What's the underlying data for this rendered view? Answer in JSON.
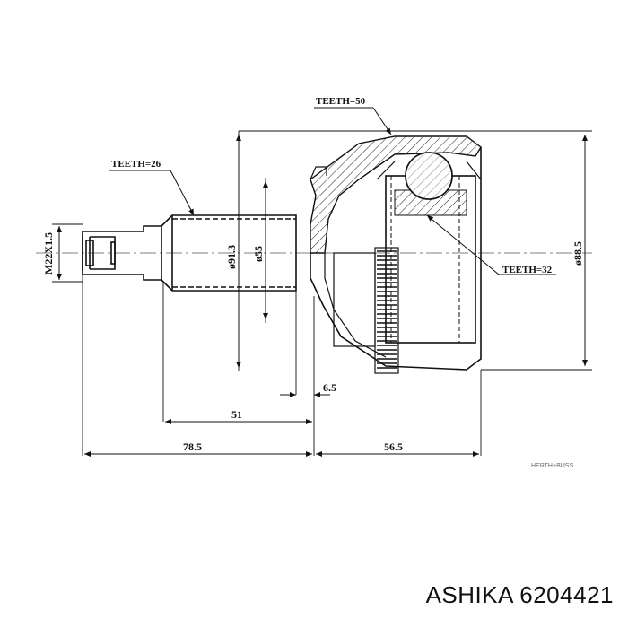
{
  "diagram": {
    "callouts": {
      "teeth_outer": "TEETH=50",
      "teeth_shaft": "TEETH=26",
      "teeth_inner": "TEETH=32"
    },
    "dimensions": {
      "thread": "M22X1.5",
      "diam_shaft": "ø91.3",
      "diam_inner": "ø55",
      "diam_outer": "ø88.5",
      "d_6_5": "6.5",
      "d_51": "51",
      "d_78_5": "78.5",
      "d_56_5": "56.5"
    },
    "watermark": "HERTH+BUSS"
  },
  "caption": {
    "brand": "ASHIKA",
    "part_number": "6204421"
  }
}
